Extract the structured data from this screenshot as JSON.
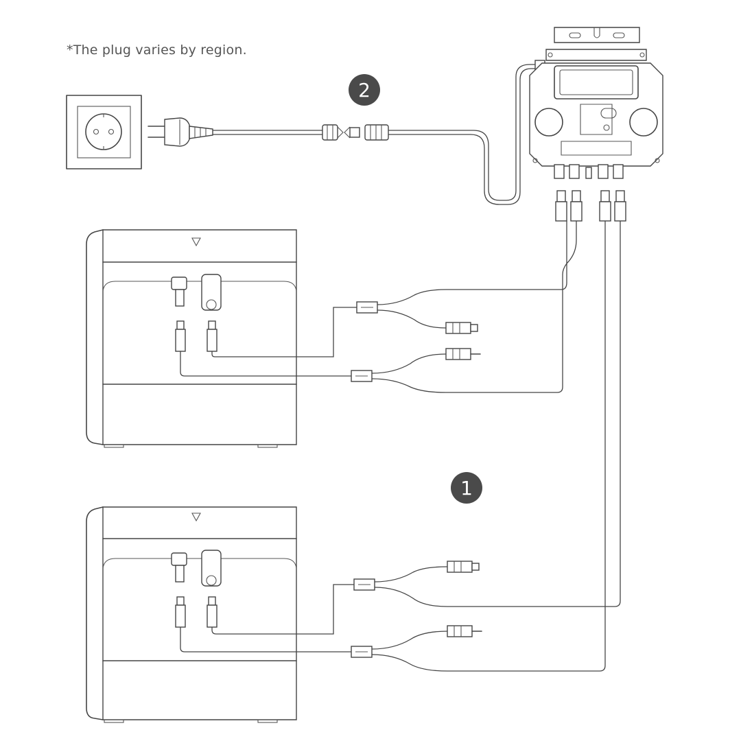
{
  "note": "*The plug varies by region.",
  "steps": [
    {
      "id": "badge-2",
      "label": "2"
    },
    {
      "id": "badge-1",
      "label": "1"
    }
  ],
  "components": {
    "wall_socket": "socket-icon",
    "ac_plug": "plug-icon",
    "ac_cable_connector": "connector-icon",
    "microinverter": "inverter-icon",
    "battery_unit_top": "battery-icon",
    "battery_unit_bottom": "battery-icon",
    "y_splitter": "y-splitter-icon",
    "mc4_connector": "mc4-connector-icon"
  },
  "colors": {
    "line": "#444444",
    "badge": "#4a4a4a",
    "text": "#555555",
    "background": "#ffffff"
  }
}
